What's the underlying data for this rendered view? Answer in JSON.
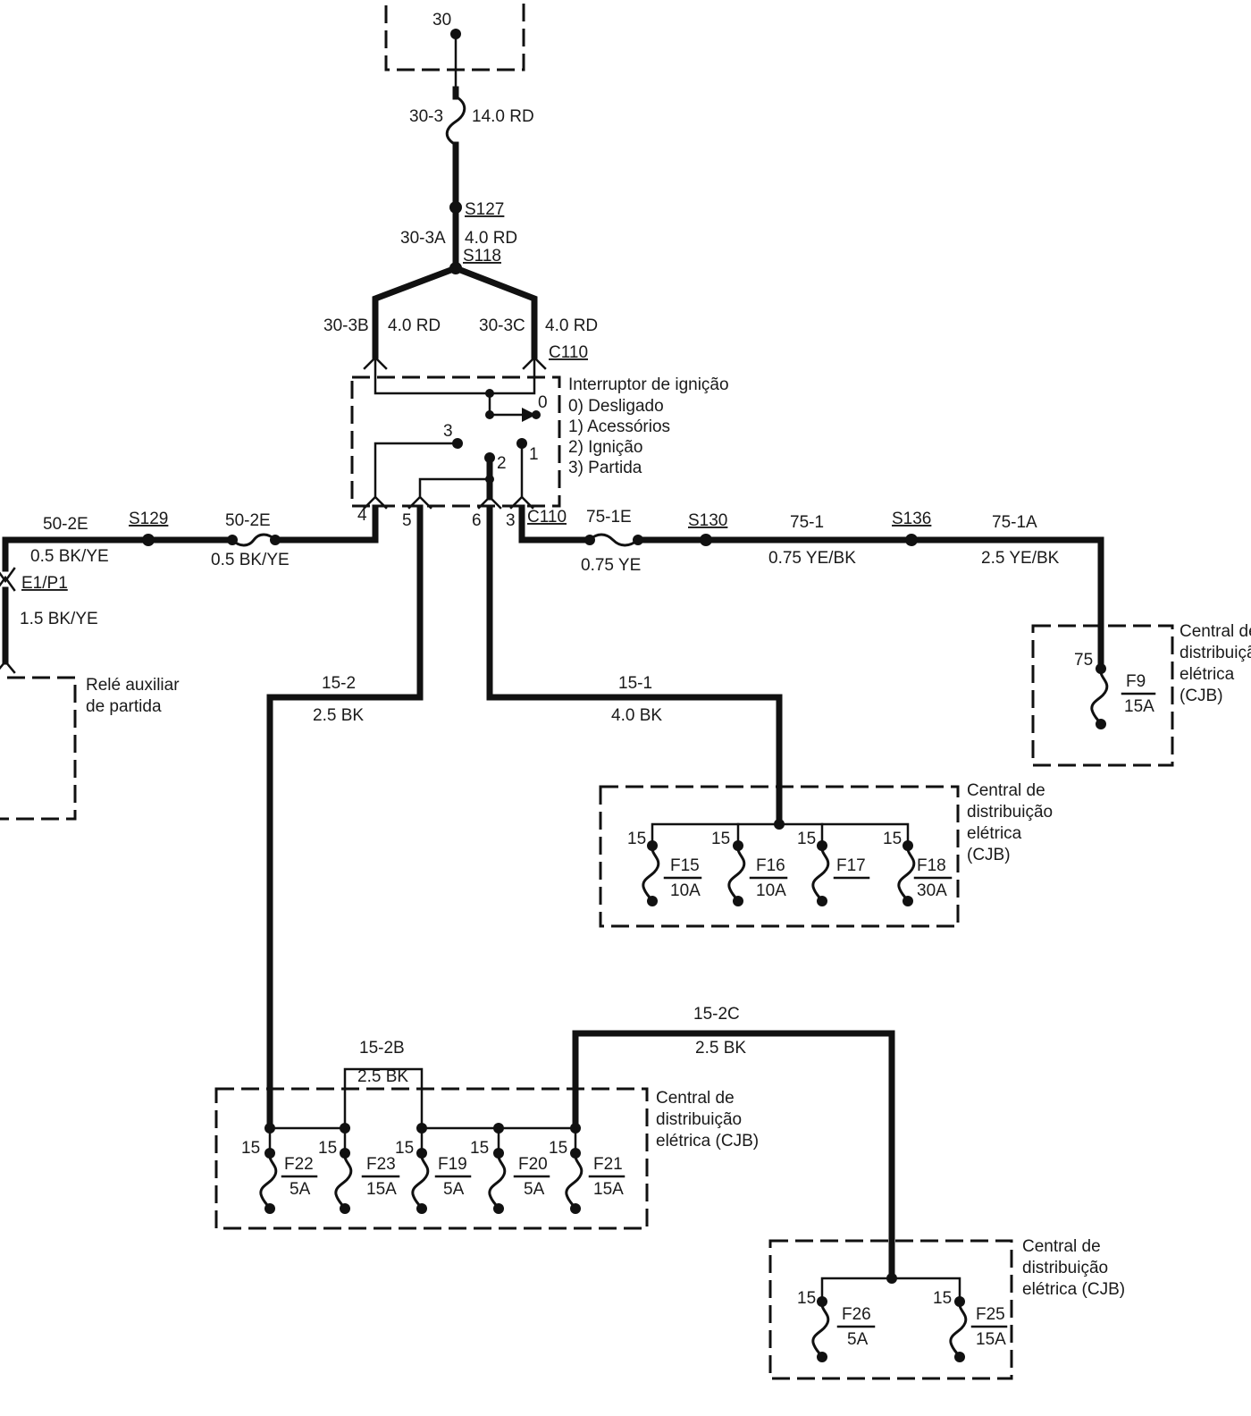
{
  "colors": {
    "line": "#111111",
    "text": "#1a1a1a",
    "background": "#ffffff"
  },
  "top": {
    "terminal": "30",
    "wire_30_3": "30-3",
    "gauge_14": "14.0 RD",
    "splice_s127": "S127",
    "wire_30_3a": "30-3A",
    "gauge_30_3a": "4.0 RD",
    "splice_s118": "S118",
    "wire_30_3b": "30-3B",
    "gauge_30_3b": "4.0 RD",
    "wire_30_3c": "30-3C",
    "gauge_30_3c": "4.0 RD",
    "connector_c110_top": "C110"
  },
  "ignition_switch": {
    "title": "Interruptor de ignição",
    "positions": [
      "0) Desligado",
      "1) Acessórios",
      "2) Ignição",
      "3) Partida"
    ],
    "contact_0": "0",
    "contact_1": "1",
    "contact_2": "2",
    "contact_3": "3",
    "pin_4": "4",
    "pin_5": "5",
    "pin_6": "6",
    "pin_3": "3",
    "connector_c110_bottom": "C110"
  },
  "left": {
    "wire_50_2e_a": "50-2E",
    "gauge_a": "0.5 BK/YE",
    "splice_s129": "S129",
    "wire_50_2e_b": "50-2E",
    "gauge_b": "0.5 BK/YE",
    "connector_e1p1": "E1/P1",
    "gauge_c": "1.5 BK/YE",
    "relay_line1": "Relé auxiliar",
    "relay_line2": "de partida"
  },
  "right": {
    "wire_75_1e": "75-1E",
    "gauge_75_1e": "0.75 YE",
    "splice_s130": "S130",
    "wire_75_1": "75-1",
    "gauge_75_1": "0.75 YE/BK",
    "splice_s136": "S136",
    "wire_75_1a": "75-1A",
    "gauge_75_1a": "2.5 YE/BK",
    "terminal_75": "75",
    "fuse_f9": "F9",
    "fuse_f9_amp": "15A",
    "cjb_line1": "Central de",
    "cjb_line2": "distribuição",
    "cjb_line3": "elétrica",
    "cjb_line4": "(CJB)"
  },
  "mid": {
    "wire_15_2": "15-2",
    "gauge_15_2": "2.5 BK",
    "wire_15_1": "15-1",
    "gauge_15_1": "4.0 BK"
  },
  "cjb_mid": {
    "line1": "Central de",
    "line2": "distribuição",
    "line3": "elétrica",
    "line4": "(CJB)",
    "fuses": [
      {
        "name": "F15",
        "amp": "10A",
        "terminal": "15"
      },
      {
        "name": "F16",
        "amp": "10A",
        "terminal": "15"
      },
      {
        "name": "F17",
        "amp": "",
        "terminal": "15"
      },
      {
        "name": "F18",
        "amp": "30A",
        "terminal": "15"
      }
    ]
  },
  "cjb_bottom_left": {
    "wire_15_2b": "15-2B",
    "gauge_15_2b": "2.5 BK",
    "line1": "Central de",
    "line2": "distribuição",
    "line3": "elétrica (CJB)",
    "fuses": [
      {
        "name": "F22",
        "amp": "5A",
        "terminal": "15"
      },
      {
        "name": "F23",
        "amp": "15A",
        "terminal": "15"
      },
      {
        "name": "F19",
        "amp": "5A",
        "terminal": "15"
      },
      {
        "name": "F20",
        "amp": "5A",
        "terminal": "15"
      },
      {
        "name": "F21",
        "amp": "15A",
        "terminal": "15"
      }
    ]
  },
  "cjb_bottom_right": {
    "wire_15_2c": "15-2C",
    "gauge_15_2c": "2.5 BK",
    "line1": "Central de",
    "line2": "distribuição",
    "line3": "elétrica (CJB)",
    "fuses": [
      {
        "name": "F26",
        "amp": "5A",
        "terminal": "15"
      },
      {
        "name": "F25",
        "amp": "15A",
        "terminal": "15"
      }
    ]
  }
}
